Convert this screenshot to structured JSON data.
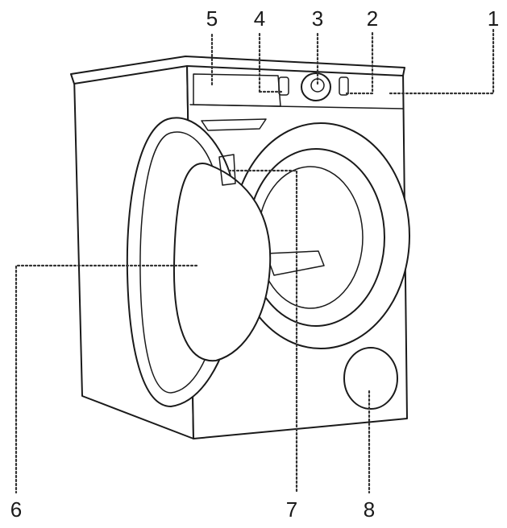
{
  "diagram": {
    "subject": "washing-machine",
    "callouts": [
      {
        "id": "c1",
        "label": "1"
      },
      {
        "id": "c2",
        "label": "2"
      },
      {
        "id": "c3",
        "label": "3"
      },
      {
        "id": "c4",
        "label": "4"
      },
      {
        "id": "c5",
        "label": "5"
      },
      {
        "id": "c6",
        "label": "6"
      },
      {
        "id": "c7",
        "label": "7"
      },
      {
        "id": "c8",
        "label": "8"
      }
    ],
    "colors": {
      "line": "#1a1a1a",
      "leader": "#333333",
      "background": "#ffffff"
    }
  }
}
